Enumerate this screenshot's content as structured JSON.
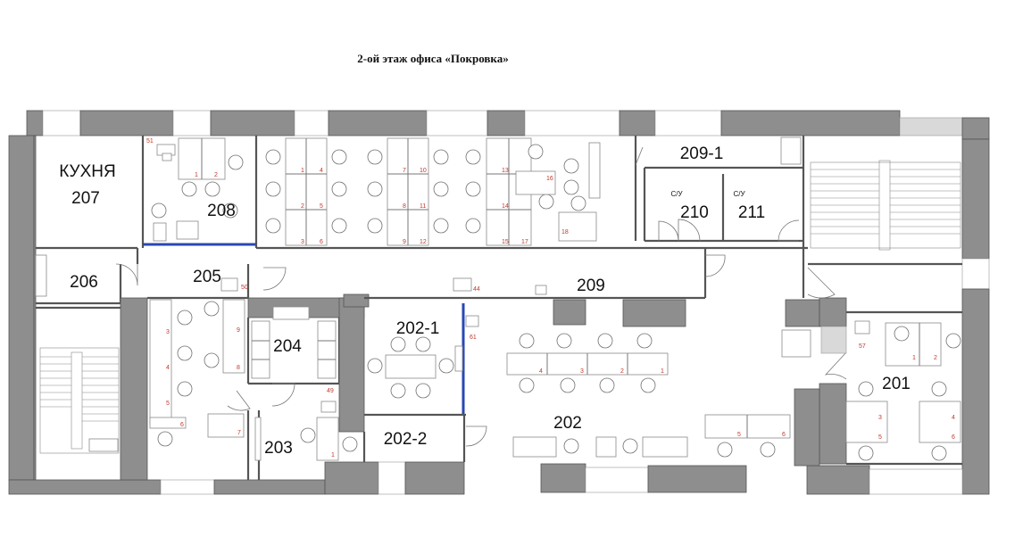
{
  "title": "2-ой этаж офиса «Покровка»",
  "rooms": [
    {
      "id": "kitchen",
      "label": "КУХНЯ"
    },
    {
      "id": "207",
      "label": "207"
    },
    {
      "id": "208",
      "label": "208"
    },
    {
      "id": "209-1",
      "label": "209-1"
    },
    {
      "id": "210",
      "label": "210"
    },
    {
      "id": "211",
      "label": "211"
    },
    {
      "id": "210-wc",
      "label": "С/У"
    },
    {
      "id": "211-wc",
      "label": "С/У"
    },
    {
      "id": "206",
      "label": "206"
    },
    {
      "id": "205",
      "label": "205"
    },
    {
      "id": "209",
      "label": "209"
    },
    {
      "id": "204",
      "label": "204"
    },
    {
      "id": "202-1",
      "label": "202-1"
    },
    {
      "id": "201",
      "label": "201"
    },
    {
      "id": "202",
      "label": "202"
    },
    {
      "id": "202-2",
      "label": "202-2"
    },
    {
      "id": "203",
      "label": "203"
    }
  ],
  "workplace_numbers": [
    "51",
    "1",
    "2",
    "1",
    "4",
    "2",
    "5",
    "3",
    "6",
    "7",
    "10",
    "8",
    "11",
    "9",
    "12",
    "13",
    "14",
    "15",
    "16",
    "17",
    "18",
    "50",
    "44",
    "3",
    "9",
    "4",
    "8",
    "5",
    "6",
    "7",
    "61",
    "49",
    "1",
    "4",
    "3",
    "2",
    "1",
    "5",
    "6",
    "57",
    "1",
    "2",
    "3",
    "4",
    "5",
    "6"
  ]
}
